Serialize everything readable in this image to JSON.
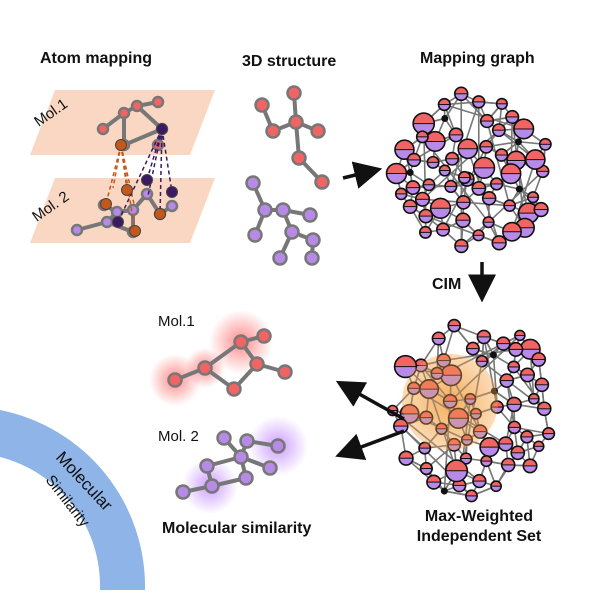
{
  "sections": {
    "atom_mapping": "Atom mapping",
    "structure_3d": "3D structure",
    "mapping_graph": "Mapping graph",
    "cim": "CIM",
    "mwis_line1": "Max-Weighted",
    "mwis_line2": "Independent Set",
    "molecular_similarity": "Molecular similarity"
  },
  "molecules": {
    "mol1_plane": "Mol.1",
    "mol2_plane": "Mol. 2",
    "mol1_result": "Mol.1",
    "mol2_result": "Mol. 2"
  },
  "arc_label": [
    "Molecular",
    "Similarity"
  ],
  "colors": {
    "mol1_atom": "#f06464",
    "mol2_atom": "#b78ae8",
    "bond": "#777777",
    "mapping_orange": "#c4581a",
    "mapping_purple": "#3b1a63",
    "plane": "#f9d7c2",
    "arc": "#8fb4e8",
    "highlight": "#f5a64a"
  }
}
